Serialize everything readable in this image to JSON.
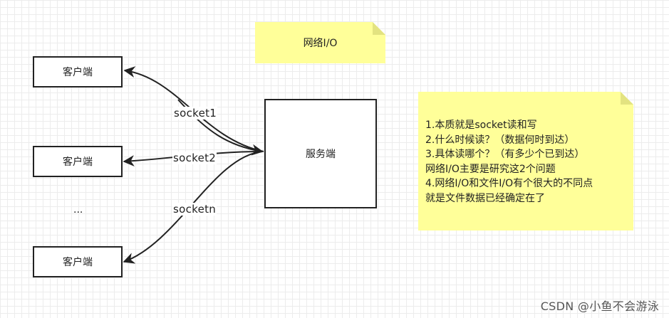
{
  "diagram": {
    "note_title": "网络I/O",
    "server_label": "服务端",
    "clients": [
      "客户端",
      "客户端",
      "客户端"
    ],
    "ellipsis": "...",
    "edges": [
      "socket1",
      "socket2",
      "socketn"
    ],
    "note_lines": [
      "1.本质就是socket读和写",
      "2.什么时候读？（数据何时到达）",
      "3.具体读哪个？（有多少个已到达）",
      "网络I/O主要是研究这2个问题",
      "4.网络I/O和文件I/O有个很大的不同点",
      "就是文件数据已经确定在了"
    ],
    "note_color": "#ffff99",
    "note_fold_color": "#e3e380"
  },
  "watermark": "CSDN @小鱼不会游泳"
}
